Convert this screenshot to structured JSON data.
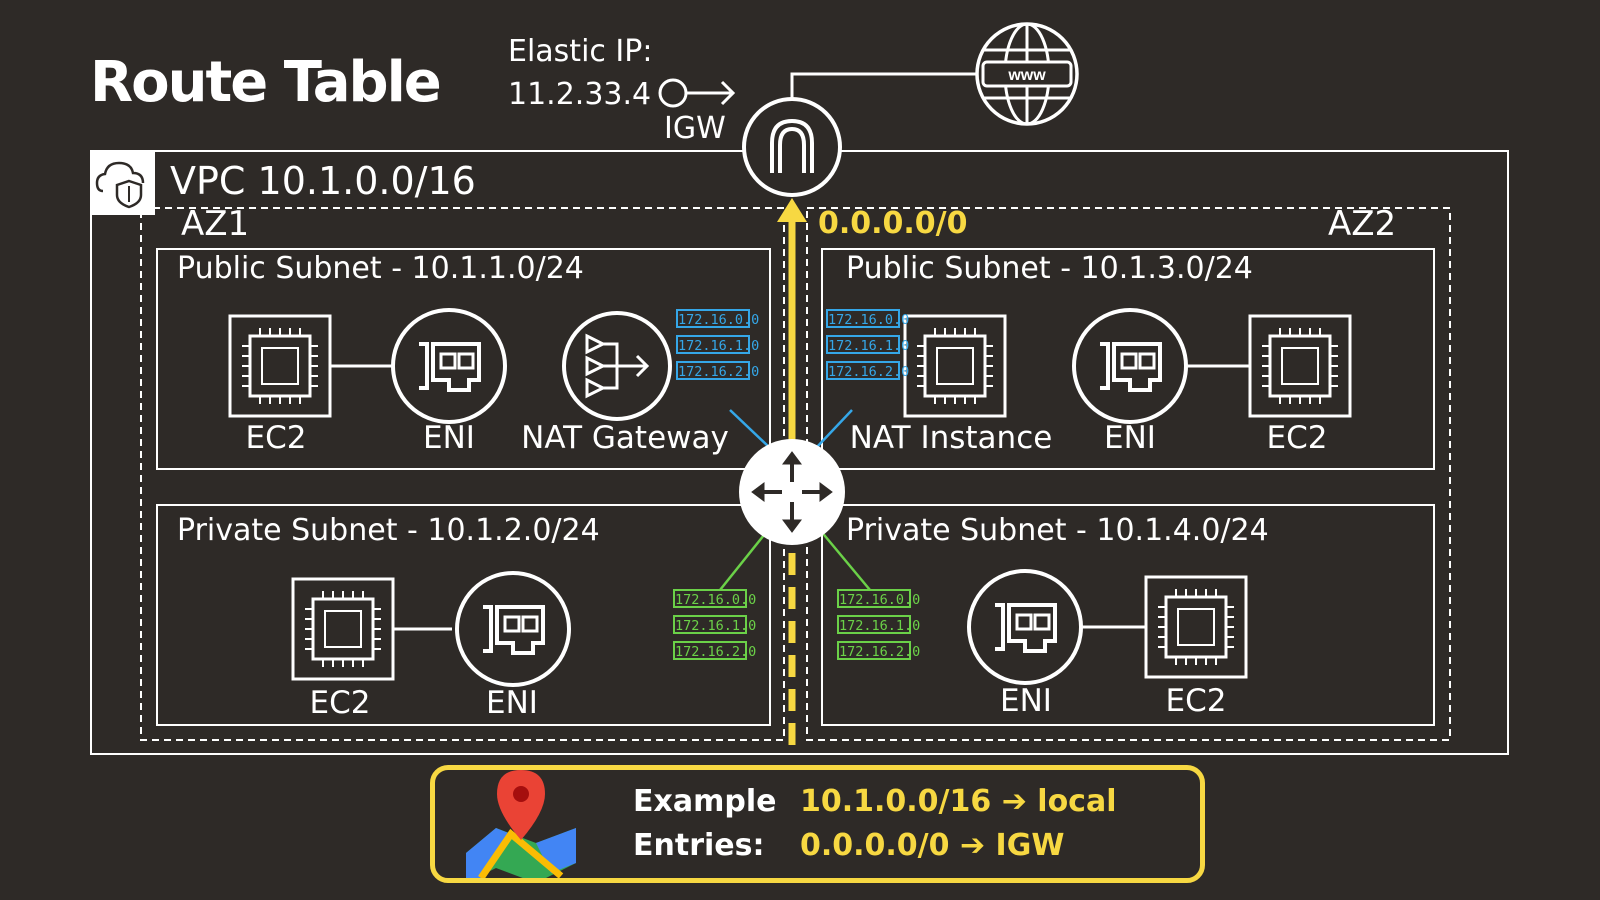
{
  "title": "Route Table",
  "elastic_ip": {
    "label": "Elastic IP:",
    "address": "11.2.33.4"
  },
  "igw": {
    "label": "IGW"
  },
  "vpc": {
    "label": "VPC",
    "cidr": "10.1.0.0/16"
  },
  "default_route": "0.0.0.0/0",
  "az1": {
    "label": "AZ1",
    "public_subnet": {
      "label": "Public Subnet - 10.1.1.0/24",
      "ec2": "EC2",
      "eni": "ENI",
      "nat": "NAT Gateway"
    },
    "private_subnet": {
      "label": "Private Subnet - 10.1.2.0/24",
      "ec2": "EC2",
      "eni": "ENI"
    }
  },
  "az2": {
    "label": "AZ2",
    "public_subnet": {
      "label": "Public Subnet - 10.1.3.0/24",
      "ec2": "EC2",
      "eni": "ENI",
      "nat": "NAT Instance"
    },
    "private_subnet": {
      "label": "Private Subnet - 10.1.4.0/24",
      "ec2": "EC2",
      "eni": "ENI"
    }
  },
  "route_tables": {
    "public_left": [
      "172.16.0.0",
      "172.16.1.0",
      "172.16.2.0"
    ],
    "public_right": [
      "172.16.0.0",
      "172.16.1.0",
      "172.16.2.0"
    ],
    "private_left": [
      "172.16.0.0",
      "172.16.1.0",
      "172.16.2.0"
    ],
    "private_right": [
      "172.16.0.0",
      "172.16.1.0",
      "172.16.2.0"
    ]
  },
  "example": {
    "key_line1": "Example",
    "key_line2": "Entries:",
    "entry1": "10.1.0.0/16 ➔ local",
    "entry2": "0.0.0.0/0 ➔ IGW"
  },
  "icons": [
    "cloud-shield-icon",
    "igw-icon",
    "globe-www-icon",
    "router-icon",
    "ec2-chip-icon",
    "eni-card-icon",
    "nat-gateway-icon",
    "key-icon",
    "map-pin-icon"
  ],
  "colors": {
    "background": "#2e2a27",
    "accent": "#f7d842",
    "public_route": "#35a7e8",
    "private_route": "#6bd148",
    "line": "#ffffff"
  }
}
